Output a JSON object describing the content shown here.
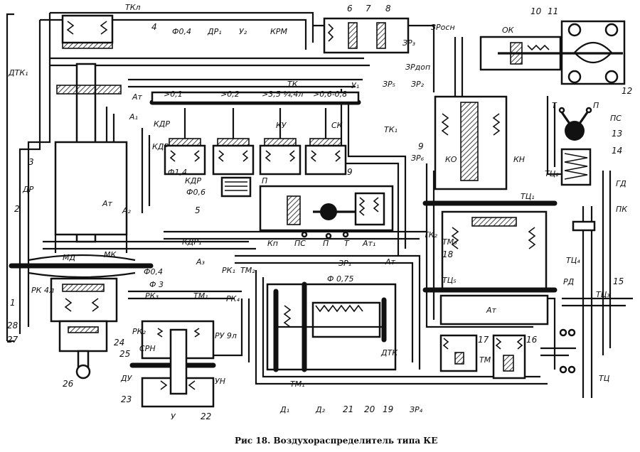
{
  "caption": "Рис 18. Воздухораспределитель типа КЕ",
  "labels": [
    {
      "id": "tkl",
      "text": "ТКл"
    },
    {
      "id": "n4",
      "text": "4"
    },
    {
      "id": "dtk1",
      "text": "ДТК₁"
    },
    {
      "id": "at_a",
      "text": "Ат"
    },
    {
      "id": "a1",
      "text": "А₁"
    },
    {
      "id": "kdr_a",
      "text": "КДР"
    },
    {
      "id": "n3",
      "text": "3"
    },
    {
      "id": "dr",
      "text": "ДР"
    },
    {
      "id": "n2",
      "text": "2"
    },
    {
      "id": "at_b",
      "text": "Ат"
    },
    {
      "id": "a2",
      "text": "А₂"
    },
    {
      "id": "md",
      "text": "МД"
    },
    {
      "id": "mk",
      "text": "МК"
    },
    {
      "id": "rk4l",
      "text": "РК 4л"
    },
    {
      "id": "n1",
      "text": "1"
    },
    {
      "id": "n28",
      "text": "28"
    },
    {
      "id": "n27",
      "text": "27"
    },
    {
      "id": "n25",
      "text": "25"
    },
    {
      "id": "n24",
      "text": "24"
    },
    {
      "id": "n26",
      "text": "26"
    },
    {
      "id": "d04a",
      "text": "Ф0,4"
    },
    {
      "id": "d3",
      "text": "Ф 3"
    },
    {
      "id": "rk3",
      "text": "РК₃"
    },
    {
      "id": "rk2",
      "text": "РК₂"
    },
    {
      "id": "srn",
      "text": "СРН"
    },
    {
      "id": "du",
      "text": "ДУ"
    },
    {
      "id": "n23",
      "text": "23"
    },
    {
      "id": "un",
      "text": "УН"
    },
    {
      "id": "y",
      "text": "У"
    },
    {
      "id": "n22",
      "text": "22"
    },
    {
      "id": "ru",
      "text": "РУ 9л"
    },
    {
      "id": "tm1a",
      "text": "ТМ₁"
    },
    {
      "id": "rk1",
      "text": "РК₁"
    },
    {
      "id": "tm2",
      "text": "ТМ₂"
    },
    {
      "id": "rk4",
      "text": "РК₄"
    },
    {
      "id": "a3",
      "text": "А₃"
    },
    {
      "id": "kdr1",
      "text": "КДР₁"
    },
    {
      "id": "d04b",
      "text": "Ф0,4"
    },
    {
      "id": "dr1",
      "text": "ДР₁"
    },
    {
      "id": "u2",
      "text": "У₂"
    },
    {
      "id": "krm",
      "text": "КРМ"
    },
    {
      "id": "tk",
      "text": "ТК"
    },
    {
      "id": "s01",
      "text": ">0,1"
    },
    {
      "id": "s02",
      "text": ">0,2"
    },
    {
      "id": "s35",
      "text": ">3,5 ¼,4л"
    },
    {
      "id": "s06",
      "text": ">0,6-0,8"
    },
    {
      "id": "u1",
      "text": "У₁"
    },
    {
      "id": "zr5",
      "text": "ЗР₅"
    },
    {
      "id": "zr2",
      "text": "ЗР₂"
    },
    {
      "id": "kdr_b",
      "text": "КДР"
    },
    {
      "id": "d14",
      "text": "Ф1,4"
    },
    {
      "id": "kdr_c",
      "text": "КДР"
    },
    {
      "id": "d06",
      "text": "Ф0,6"
    },
    {
      "id": "n5",
      "text": "5"
    },
    {
      "id": "ku",
      "text": "КУ"
    },
    {
      "id": "sk",
      "text": "СК"
    },
    {
      "id": "tk1",
      "text": "ТК₁"
    },
    {
      "id": "zr6",
      "text": "ЗР₆"
    },
    {
      "id": "n9a",
      "text": "9"
    },
    {
      "id": "n9b",
      "text": "9"
    },
    {
      "id": "p_a",
      "text": "П"
    },
    {
      "id": "kp",
      "text": "Кп"
    },
    {
      "id": "ps_a",
      "text": "ПС"
    },
    {
      "id": "p_b",
      "text": "П"
    },
    {
      "id": "t_a",
      "text": "Т"
    },
    {
      "id": "at1",
      "text": "Ат₁"
    },
    {
      "id": "at_c",
      "text": "Ат"
    },
    {
      "id": "zr_mid",
      "text": "ЗР₁"
    },
    {
      "id": "d075",
      "text": "Ф 0,75"
    },
    {
      "id": "dtk",
      "text": "ДТК"
    },
    {
      "id": "tm1b",
      "text": "ТМ₁"
    },
    {
      "id": "d1",
      "text": "Д₁"
    },
    {
      "id": "d2",
      "text": "Д₂"
    },
    {
      "id": "n21",
      "text": "21"
    },
    {
      "id": "n20",
      "text": "20"
    },
    {
      "id": "n19",
      "text": "19"
    },
    {
      "id": "zr4",
      "text": "ЗР₄"
    },
    {
      "id": "n6",
      "text": "6"
    },
    {
      "id": "n7",
      "text": "7"
    },
    {
      "id": "n8",
      "text": "8"
    },
    {
      "id": "zr3",
      "text": "ЗР₃"
    },
    {
      "id": "zrosn",
      "text": "ЗРосн"
    },
    {
      "id": "zrdop",
      "text": "ЗРдоп"
    },
    {
      "id": "ok",
      "text": "ОК"
    },
    {
      "id": "n10",
      "text": "10"
    },
    {
      "id": "n11",
      "text": "11"
    },
    {
      "id": "n12",
      "text": "12"
    },
    {
      "id": "t_b",
      "text": "Т"
    },
    {
      "id": "p_c",
      "text": "П"
    },
    {
      "id": "ps_b",
      "text": "ПС"
    },
    {
      "id": "n13",
      "text": "13"
    },
    {
      "id": "n14",
      "text": "14"
    },
    {
      "id": "ko",
      "text": "КО"
    },
    {
      "id": "kn",
      "text": "КН"
    },
    {
      "id": "tc2",
      "text": "ТЦ₂"
    },
    {
      "id": "gd",
      "text": "ГД"
    },
    {
      "id": "tc1",
      "text": "ТЦ₁"
    },
    {
      "id": "pk",
      "text": "ПК"
    },
    {
      "id": "tk2",
      "text": "ТК₂"
    },
    {
      "id": "tm3",
      "text": "ТМ₃"
    },
    {
      "id": "n18",
      "text": "18"
    },
    {
      "id": "tc4",
      "text": "ТЦ₄"
    },
    {
      "id": "n15",
      "text": "15"
    },
    {
      "id": "tc5",
      "text": "ТЦ₅"
    },
    {
      "id": "rd",
      "text": "РД"
    },
    {
      "id": "tc3",
      "text": "ТЦ₃"
    },
    {
      "id": "at_d",
      "text": "Ат"
    },
    {
      "id": "n17",
      "text": "17"
    },
    {
      "id": "n16",
      "text": "16"
    },
    {
      "id": "tm",
      "text": "ТМ"
    },
    {
      "id": "tc",
      "text": "ТЦ"
    }
  ]
}
